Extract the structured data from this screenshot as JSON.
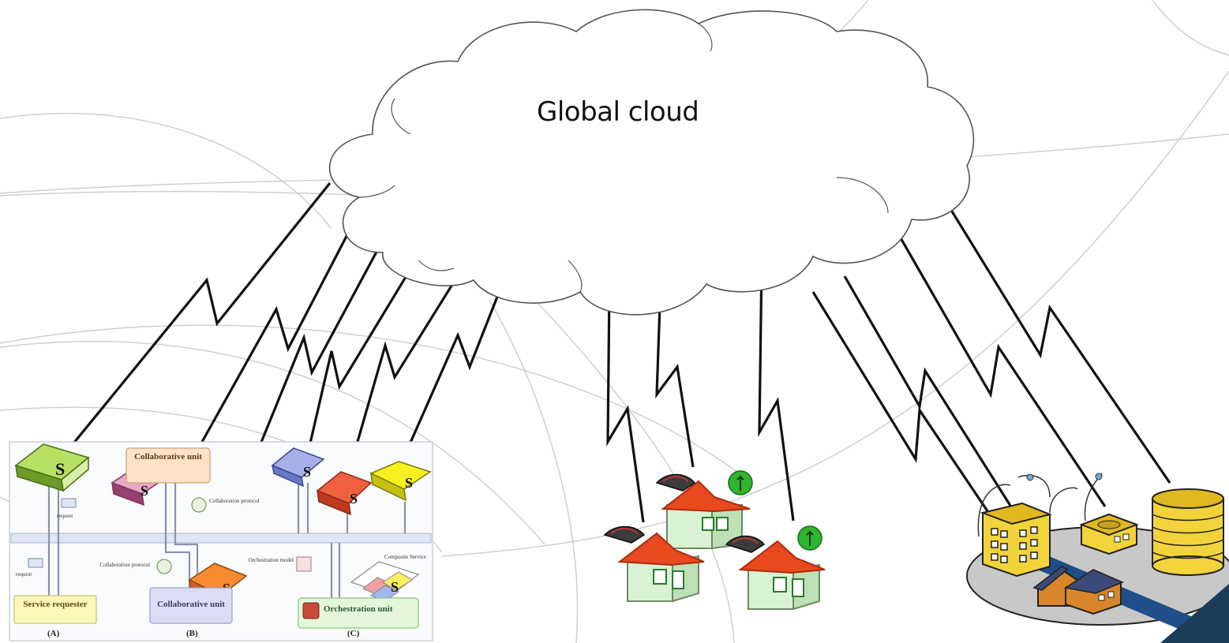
{
  "cloud": {
    "label": "Global cloud"
  },
  "panel": {
    "collaborative_unit_top": "Collaborative unit",
    "collaboration_protocol_top": "Collaboration protocol",
    "request_top": "request",
    "request_bottom": "request",
    "collaboration_protocol_bottom": "Collaboration protocol",
    "orchestration_model": "Orchestration model",
    "composite_service": "Composite Service",
    "service_requester": "Service requester",
    "collaborative_unit_bottom": "Collaborative unit",
    "orchestration_unit": "Orchestration unit",
    "label_a": "(A)",
    "label_b": "(B)",
    "label_c": "(C)",
    "service_symbol": "S"
  },
  "colors": {
    "house_roof": "#e8491f",
    "house_wall": "#d9f2d3",
    "building": "#f3d33c",
    "platform": "#c8c8c8",
    "road": "#1f4e8a",
    "corner": "#1c3d5a"
  }
}
